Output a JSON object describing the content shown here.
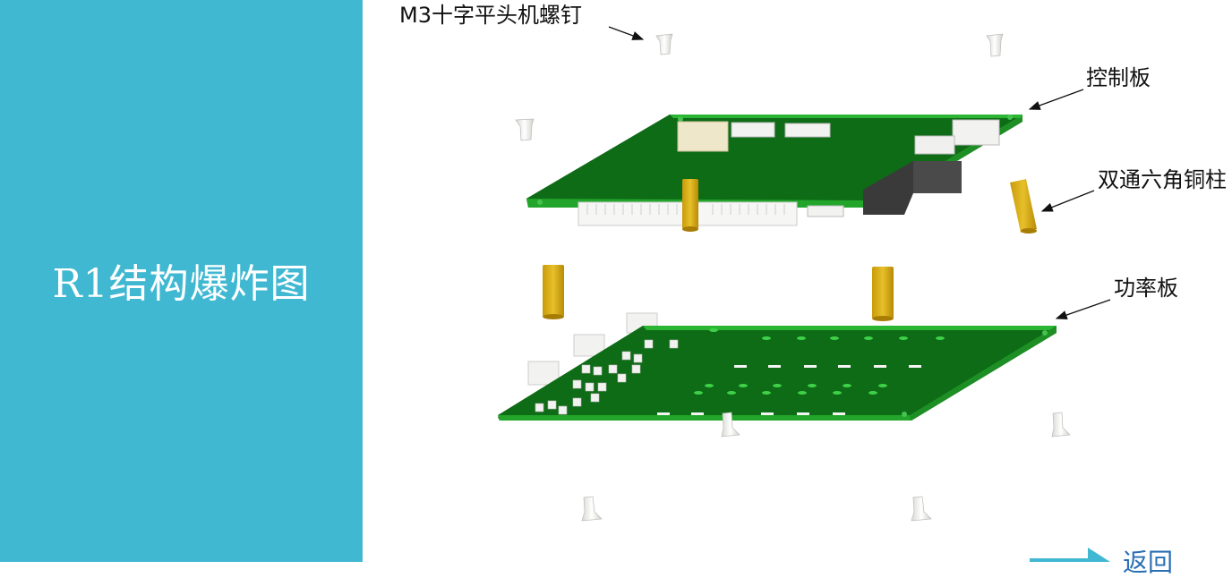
{
  "slide": {
    "title": "R1结构爆炸图",
    "panel_color": "#41b8d2"
  },
  "diagram": {
    "labels": {
      "screw": "M3十字平头机螺钉",
      "control_board": "控制板",
      "standoff": "双通六角铜柱",
      "power_board": "功率板"
    },
    "colors": {
      "pcb": "#0e6b16",
      "pcb_edge": "#22a52a",
      "standoff": "#d6ad12",
      "screw": "#f2f2f0",
      "connector": "#f4f4f2",
      "header": "#3a3a3a"
    }
  },
  "navigation": {
    "return_label": "返回",
    "arrow_color": "#41b8d2"
  }
}
